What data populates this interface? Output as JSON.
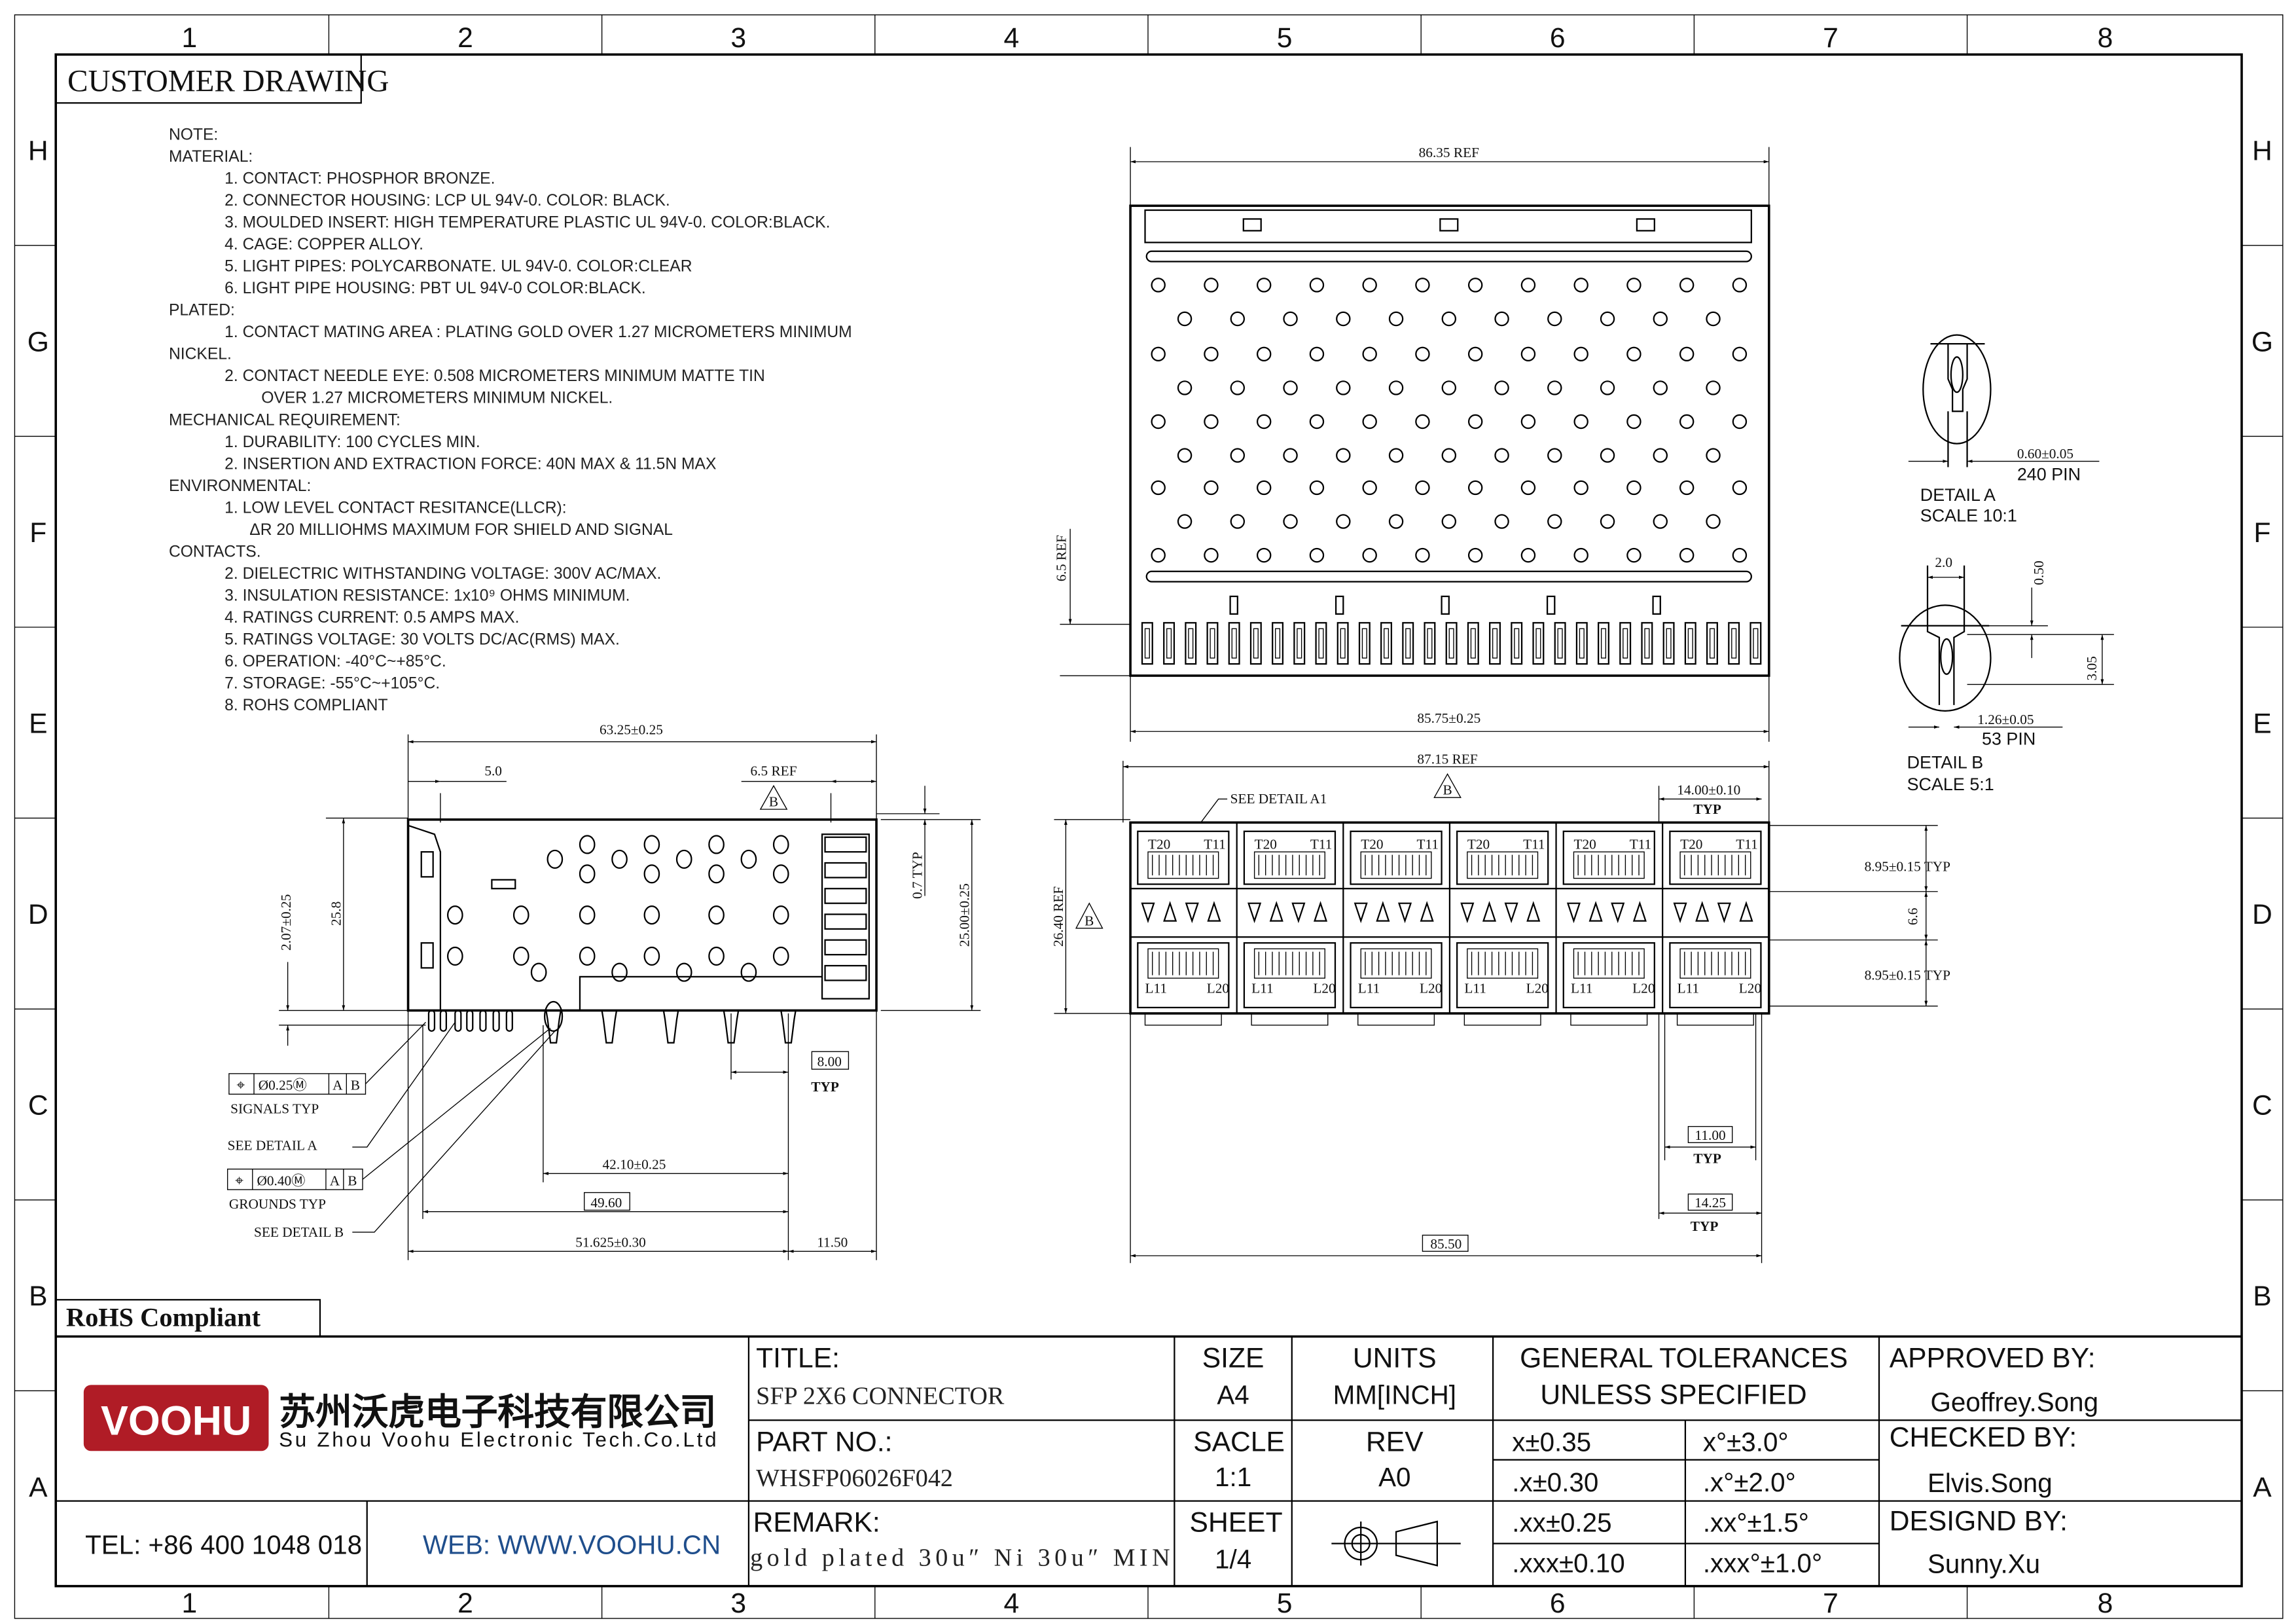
{
  "frame": {
    "columns": [
      "1",
      "2",
      "3",
      "4",
      "5",
      "6",
      "7",
      "8"
    ],
    "rows": [
      "H",
      "G",
      "F",
      "E",
      "D",
      "C",
      "B",
      "A"
    ],
    "header_label": "CUSTOMER DRAWING",
    "rohs_label": "RoHS  Compliant"
  },
  "notes": [
    {
      "text": "NOTE:",
      "level": 0
    },
    {
      "text": "MATERIAL:",
      "level": 0
    },
    {
      "text": "1.  CONTACT:  PHOSPHOR  BRONZE.",
      "level": 1
    },
    {
      "text": "2.  CONNECTOR  HOUSING:  LCP  UL  94V-0.  COLOR:  BLACK.",
      "level": 1
    },
    {
      "text": "3.  MOULDED  INSERT:  HIGH  TEMPERATURE  PLASTIC  UL  94V-0.  COLOR:BLACK.",
      "level": 1
    },
    {
      "text": "4.  CAGE:  COPPER  ALLOY.",
      "level": 1
    },
    {
      "text": "5.  LIGHT  PIPES:  POLYCARBONATE.  UL  94V-0.  COLOR:CLEAR",
      "level": 1
    },
    {
      "text": "6.  LIGHT  PIPE  HOUSING:  PBT  UL  94V-0  COLOR:BLACK.",
      "level": 1
    },
    {
      "text": "PLATED:",
      "level": 0
    },
    {
      "text": "1.  CONTACT  MATING  AREA  :  PLATING  GOLD  OVER  1.27  MICROMETERS  MINIMUM",
      "level": 1
    },
    {
      "text": "NICKEL.",
      "level": 0
    },
    {
      "text": "2.  CONTACT  NEEDLE  EYE:  0.508  MICROMETERS  MINIMUM  MATTE  TIN",
      "level": 1
    },
    {
      "text": "OVER  1.27  MICROMETERS  MINIMUM  NICKEL.",
      "level": 3
    },
    {
      "text": "MECHANICAL  REQUIREMENT:",
      "level": 0
    },
    {
      "text": "1.  DURABILITY:  100  CYCLES  MIN.",
      "level": 1
    },
    {
      "text": "2.  INSERTION  AND  EXTRACTION  FORCE:  40N  MAX  &  11.5N  MAX",
      "level": 1
    },
    {
      "text": "ENVIRONMENTAL:",
      "level": 0
    },
    {
      "text": "1.  LOW  LEVEL  CONTACT  RESITANCE(LLCR):",
      "level": 1
    },
    {
      "text": "ΔR  20  MILLIOHMS  MAXIMUM  FOR  SHIELD  AND  SIGNAL",
      "level": 2
    },
    {
      "text": "CONTACTS.",
      "level": 0
    },
    {
      "text": "2.  DIELECTRIC  WITHSTANDING  VOLTAGE:  300V  AC/MAX.",
      "level": 1
    },
    {
      "text": "3.  INSULATION  RESISTANCE:  1x10⁹  OHMS  MINIMUM.",
      "level": 1
    },
    {
      "text": "4.  RATINGS  CURRENT:  0.5  AMPS  MAX.",
      "level": 1
    },
    {
      "text": "5.  RATINGS  VOLTAGE:  30  VOLTS  DC/AC(RMS)  MAX.",
      "level": 1
    },
    {
      "text": "6.  OPERATION:  -40°C~+85°C.",
      "level": 1
    },
    {
      "text": "7.  STORAGE:      -55°C~+105°C.",
      "level": 1
    },
    {
      "text": "8.  ROHS  COMPLIANT",
      "level": 1
    }
  ],
  "top_view": {
    "dim_overall_ref": "86.35  REF",
    "dim_width": "85.75±0.25",
    "dim_height_ref": "6.5  REF"
  },
  "side_view": {
    "dim_length": "63.25±0.25",
    "dim_front": "5.0",
    "dim_rear_ref": "6.5  REF",
    "revision_mark": "B",
    "dim_height": "25.8",
    "dim_pin_offset": "2.07±0.25",
    "dim_body_height": "25.00±0.25",
    "dim_clearance": "0.7  TYP",
    "dim_pitch": "8.00",
    "dim_pitch_typ": "TYP",
    "dim_42": "42.10±0.25",
    "dim_49": "49.60",
    "dim_51": "51.625±0.30",
    "dim_11": "11.50",
    "gdt_signals": {
      "symbol": "⌖",
      "tol": "Ø0.25Ⓜ",
      "ref_a": "A",
      "ref_b": "B",
      "label": "SIGNALS  TYP"
    },
    "gdt_grounds": {
      "symbol": "⌖",
      "tol": "Ø0.40Ⓜ",
      "ref_a": "A",
      "ref_b": "B",
      "label": "GROUNDS  TYP"
    },
    "see_detail_a": "SEE  DETAIL  A",
    "see_detail_b": "SEE  DETAIL  B"
  },
  "front_view": {
    "dim_overall_ref": "87.15  REF",
    "revision_mark": "B",
    "see_detail_a1": "SEE  DETAIL  A1",
    "dim_port_pitch": "14.00±0.10",
    "dim_port_pitch_typ": "TYP",
    "dim_height_ref": "26.40  REF",
    "dim_port_top": "8.95±0.15  TYP",
    "dim_gap": "6.6",
    "dim_port_bottom": "8.95±0.15  TYP",
    "dim_11": "11.00",
    "dim_11_typ": "TYP",
    "dim_14": "14.25",
    "dim_14_typ": "TYP",
    "dim_85": "85.50",
    "port_labels": {
      "t20": "T20",
      "t11": "T11",
      "l11": "L11",
      "l20": "L20"
    }
  },
  "detail_a": {
    "dim": "0.60±0.05",
    "pins": "240  PIN",
    "title": "DETAIL  A",
    "scale": "SCALE  10:1"
  },
  "detail_b": {
    "dim_width": "2.0",
    "dim_050": "0.50",
    "dim_305": "3.05",
    "dim": "1.26±0.05",
    "pins": "53  PIN",
    "title": "DETAIL  B",
    "scale": "SCALE  5:1"
  },
  "title_block": {
    "logo_text": "VOOHU",
    "company_cn": "苏州沃虎电子科技有限公司",
    "company_en": "Su Zhou Voohu Electronic Tech.Co.Ltd",
    "tel": "TEL: +86 400 1048 018",
    "web": "WEB: WWW.VOOHU.CN",
    "title_label": "TITLE:",
    "title_value": "SFP  2X6  CONNECTOR",
    "part_label": "PART NO.:",
    "part_value": "WHSFP06026F042",
    "remark_label": "REMARK:",
    "remark_value": "gold plated 30u″ Ni 30u″ MIN",
    "size_label": "SIZE",
    "size_value": "A4",
    "units_label": "UNITS",
    "units_value": "MM[INCH]",
    "scale_label": "SACLE",
    "scale_value": "1:1",
    "rev_label": "REV",
    "rev_value": "A0",
    "sheet_label": "SHEET",
    "sheet_value": "1/4",
    "tol_title_1": "GENERAL TOLERANCES",
    "tol_title_2": "UNLESS SPECIFIED",
    "tolerances": [
      [
        "x±0.35",
        "x°±3.0°"
      ],
      [
        ".x±0.30",
        ".x°±2.0°"
      ],
      [
        ".xx±0.25",
        ".xx°±1.5°"
      ],
      [
        ".xxx±0.10",
        ".xxx°±1.0°"
      ]
    ],
    "approved_label": "APPROVED BY:",
    "approved_value": "Geoffrey.Song",
    "checked_label": "CHECKED BY:",
    "checked_value": "Elvis.Song",
    "designed_label": "DESIGND BY:",
    "designed_value": "Sunny.Xu"
  },
  "colors": {
    "brand_red": "#b01c26",
    "web_blue": "#1f4e8c"
  }
}
